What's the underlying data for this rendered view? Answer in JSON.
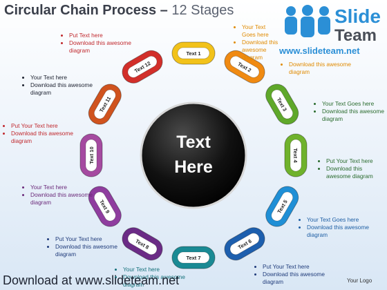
{
  "header": {
    "title": "Circular Chain Process",
    "dash": " – ",
    "subtitle": "12 Stages"
  },
  "logo": {
    "slide": "Slide",
    "team": "Team",
    "url": "www.slideteam.net"
  },
  "center": {
    "line1": "Text",
    "line2": "Here"
  },
  "links": [
    "Text 1",
    "Text 2",
    "Text 3",
    "Text 4",
    "Text 5",
    "Text 6",
    "Text 7",
    "Text 8",
    "Text 9",
    "Text 10",
    "Text 11",
    "Text 12"
  ],
  "colors": {
    "link1": "#f2c21a",
    "link2": "#f08a12",
    "link3": "#5fa82a",
    "link4": "#6fb22c",
    "link5": "#1f8fd6",
    "link6": "#1d5fae",
    "link7": "#1a8a94",
    "link8": "#6b2b86",
    "link9": "#8f3d9f",
    "link10": "#a54aa0",
    "link11": "#d0531e",
    "link12": "#d22f2a"
  },
  "notes": {
    "n12": [
      "Put Text  here",
      "Download this awesome diagram"
    ],
    "n1": [
      "Your Text Goes here",
      "Download this awesome diagram"
    ],
    "n2": [
      "Download this awesome diagram"
    ],
    "n11": [
      "Your Text  here",
      "Download this awesome diagram"
    ],
    "n3": [
      "Your Text Goes here",
      "Download this awesome diagram"
    ],
    "n10": [
      "Put Your Text  here",
      "Download this awesome diagram"
    ],
    "n4": [
      "Put Your Text  here",
      "Download this awesome diagram"
    ],
    "n9": [
      "Your Text  here",
      "Download this awesome diagram"
    ],
    "n5": [
      "Your Text Goes here",
      "Download this awesome diagram"
    ],
    "n8": [
      "Put Your Text  here",
      "Download this awesome diagram"
    ],
    "n7": [
      "Your Text  here",
      "Download this awesome diagram"
    ],
    "n6": [
      "Put Your Text  here",
      "Download this awesome diagram"
    ]
  },
  "footer": {
    "download": "Download at www.slideteam.net",
    "logo": "Your Logo"
  }
}
